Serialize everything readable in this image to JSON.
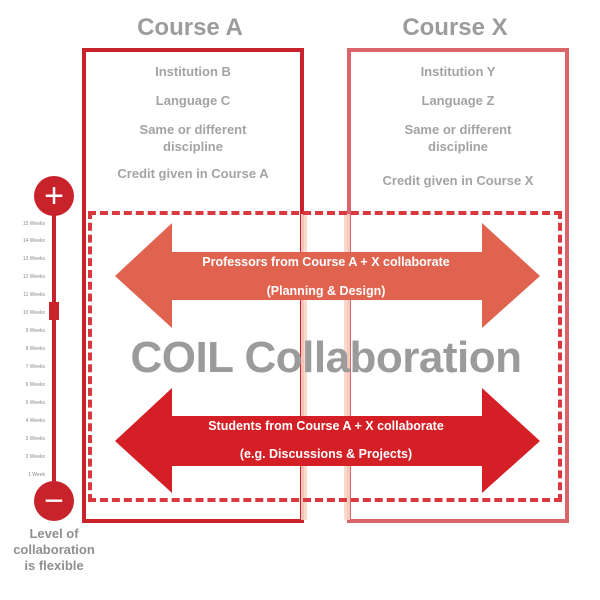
{
  "course_a": {
    "title": "Course A",
    "lines": [
      "Institution B",
      "Language C",
      "Same or different",
      "discipline",
      "Credit given in Course A"
    ]
  },
  "course_x": {
    "title": "Course X",
    "lines": [
      "Institution Y",
      "Language Z",
      "Same or different",
      "discipline",
      "Credit given in Course X"
    ]
  },
  "collaboration": {
    "title": "COIL Collaboration",
    "professors": {
      "line1": "Professors from Course A + X collaborate",
      "line2": "(Planning & Design)"
    },
    "students": {
      "line1": "Students from Course A + X collaborate",
      "line2": "(e.g. Discussions & Projects)"
    }
  },
  "scale": {
    "plus_symbol": "+",
    "minus_symbol": "−",
    "weeks": [
      "15 Weeks",
      "14 Weeks",
      "13 Weeks",
      "12 Weeks",
      "11 Weeks",
      "10 Weeks",
      "9 Weeks",
      "8 Weeks",
      "7 Weeks",
      "6 Weeks",
      "5 Weeks",
      "4 Weeks",
      "3 Weeks",
      "2 Weeks",
      "1 Week"
    ],
    "marked_week": "10 Weeks",
    "label_lines": [
      "Level of",
      "collaboration",
      "is flexible"
    ]
  },
  "colors": {
    "primary_red": "#c8222b",
    "light_red": "#d9646a",
    "professor_arrow": "#e0634f",
    "student_arrow": "#d41f26",
    "text_gray": "#9c9c9c"
  }
}
